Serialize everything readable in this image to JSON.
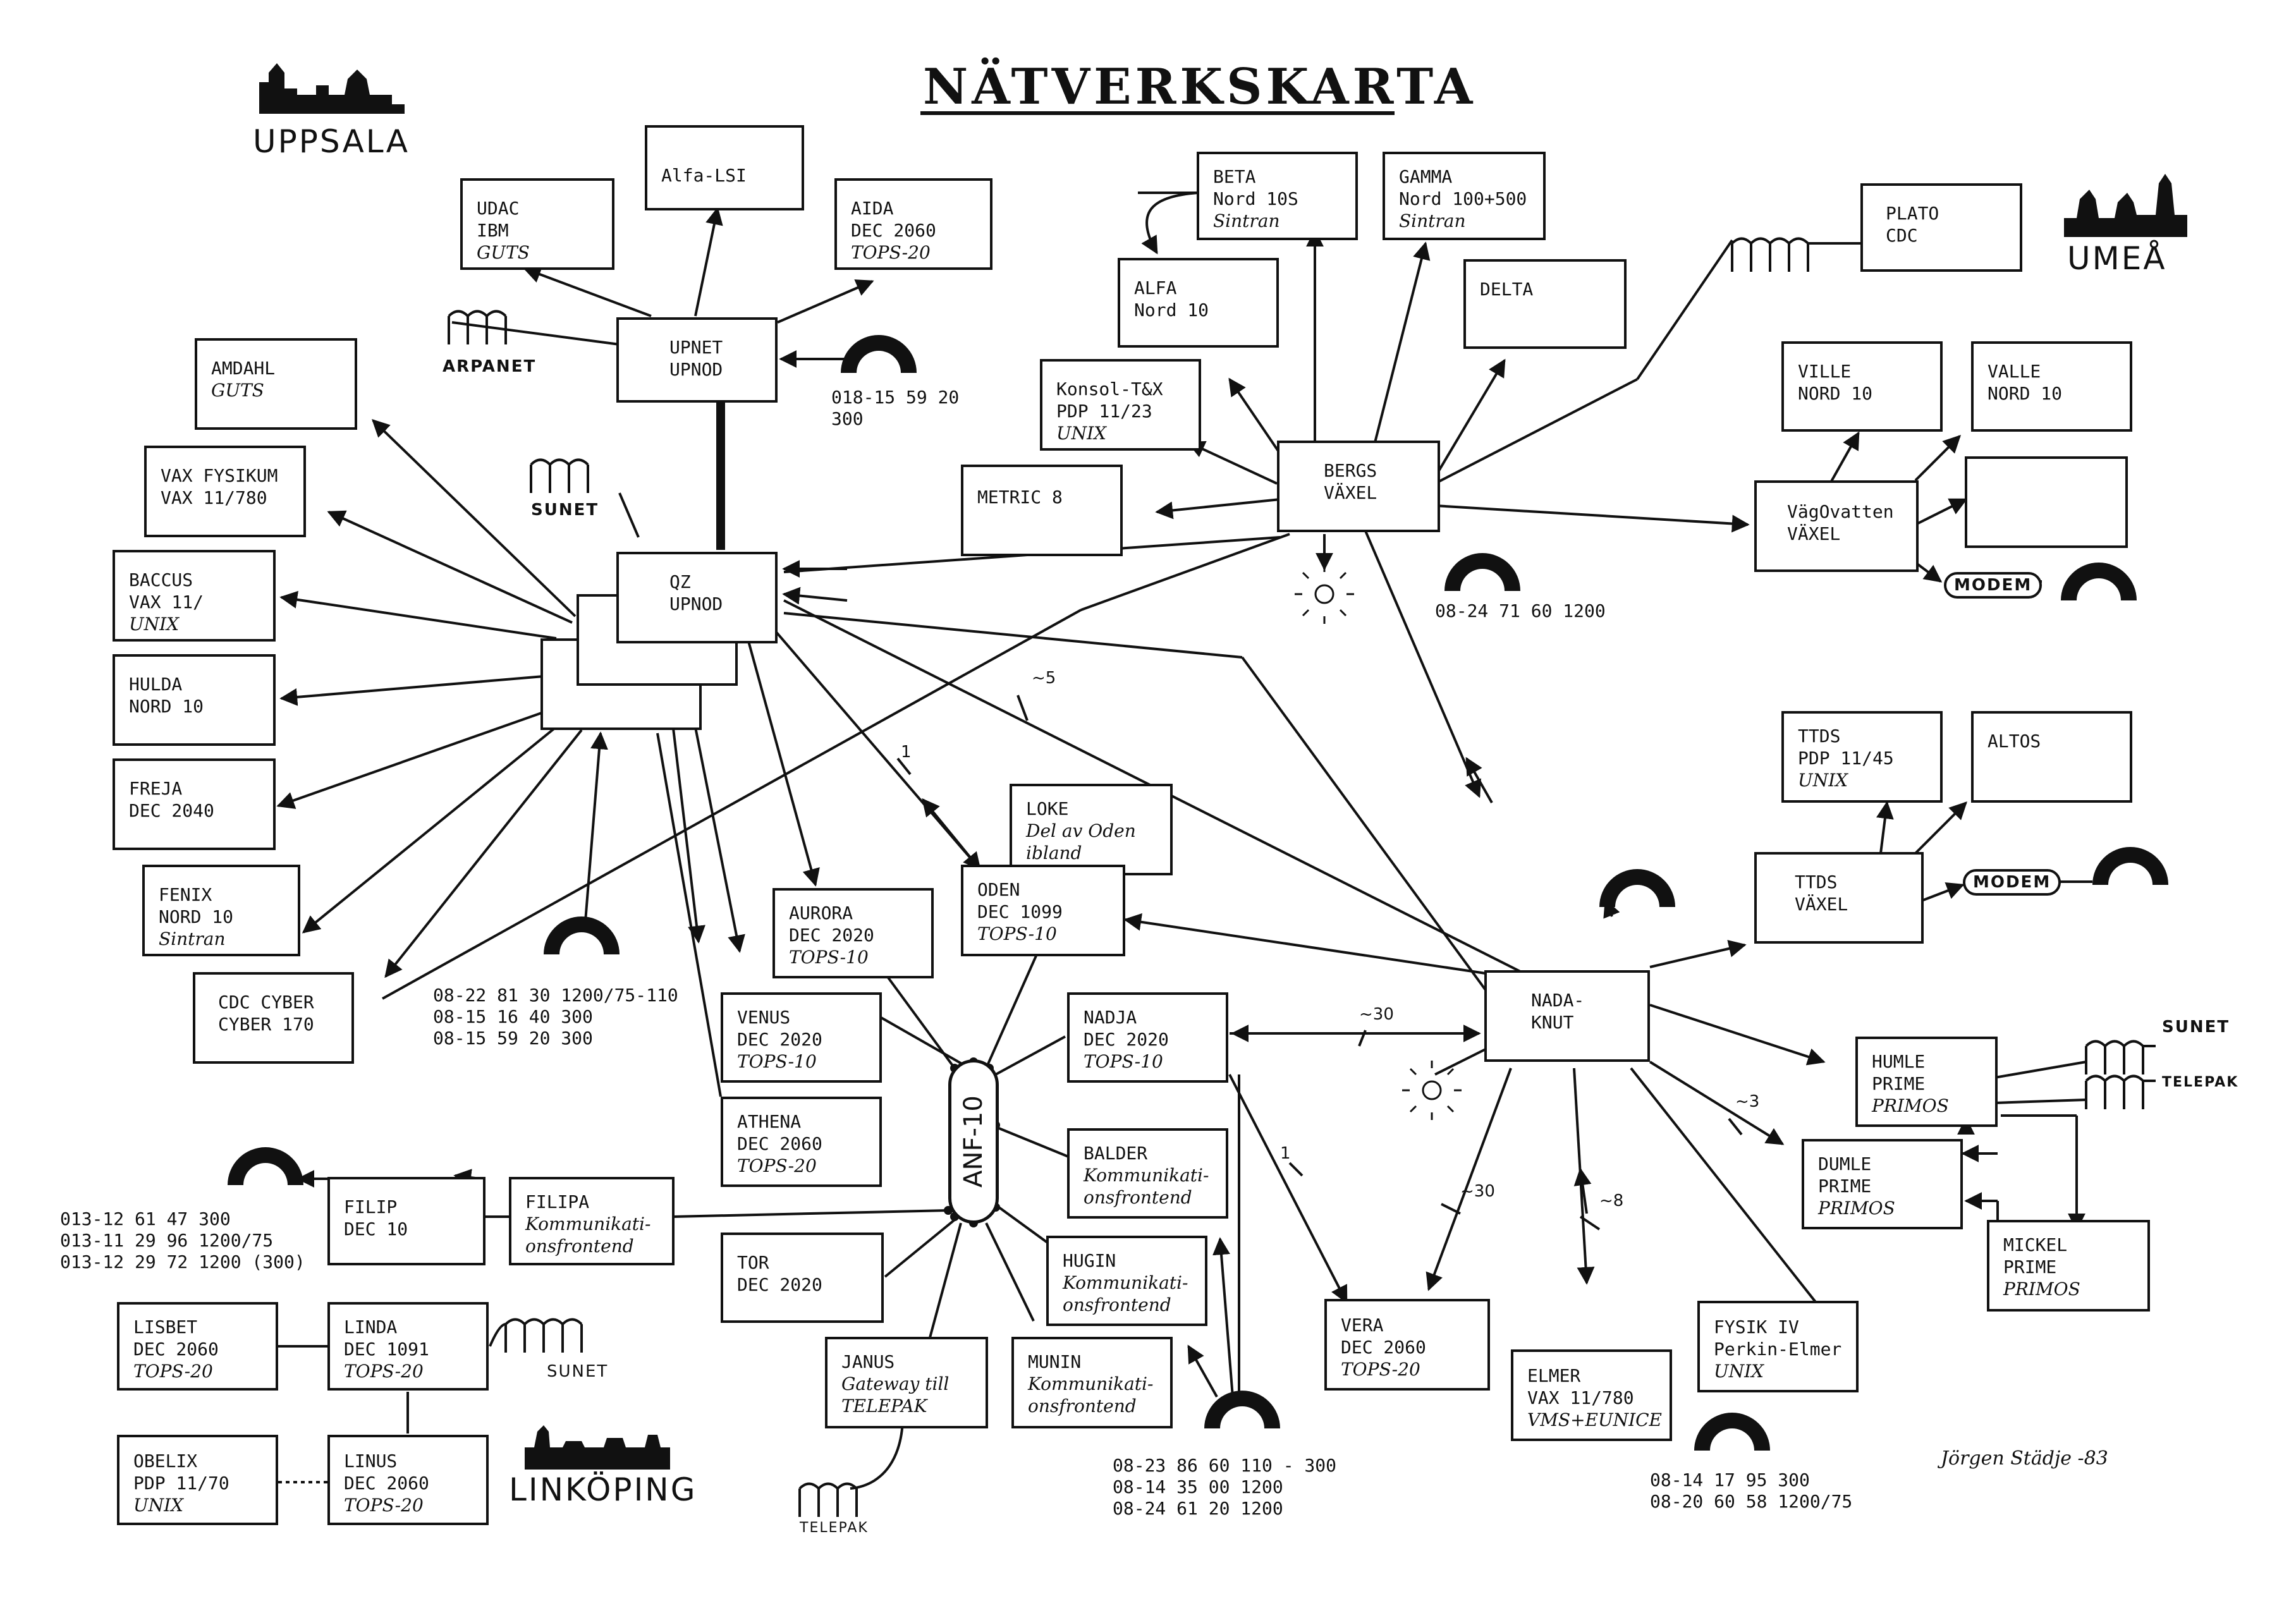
{
  "title": "NÄTVERKSKARTA",
  "cities": {
    "uppsala": "UPPSALA",
    "umea": "UMEÅ",
    "linkoping": "LINKÖPING"
  },
  "nodes": {
    "udac": [
      "UDAC",
      "IBM",
      "GUTS"
    ],
    "alfalsi": [
      "Alfa-LSI"
    ],
    "aida": [
      "AIDA",
      "DEC 2060",
      "TOPS-20"
    ],
    "upnet": [
      "UPNET",
      "UPNOD"
    ],
    "amdahl": [
      "AMDAHL",
      "",
      "GUTS"
    ],
    "vaxfys": [
      "VAX FYSIKUM",
      "VAX 11/780"
    ],
    "baccus": [
      "BACCUS",
      "VAX 11/",
      "UNIX"
    ],
    "hulda": [
      "HULDA",
      "NORD 10"
    ],
    "freja": [
      "FREJA",
      "DEC 2040"
    ],
    "fenix": [
      "FENIX",
      "NORD 10",
      "Sintran"
    ],
    "cdc": [
      "CDC CYBER",
      "CYBER 170"
    ],
    "qz": [
      "QZ",
      "UPNOD"
    ],
    "beta": [
      "BETA",
      "Nord 10S",
      "Sintran"
    ],
    "gamma": [
      "GAMMA",
      "Nord 100+500",
      "Sintran"
    ],
    "alfa": [
      "ALFA",
      "Nord 10"
    ],
    "delta": [
      "DELTA"
    ],
    "konsol": [
      "Konsol-T&X",
      "PDP 11/23",
      "UNIX"
    ],
    "metric": [
      "METRIC 8"
    ],
    "bergs": [
      "BERGS",
      "VÄXEL"
    ],
    "plato": [
      "PLATO",
      "CDC"
    ],
    "ville": [
      "VILLE",
      "NORD 10"
    ],
    "valle": [
      "VALLE",
      "NORD 10"
    ],
    "vagovatten": [
      "VägOvatten",
      "VÄXEL"
    ],
    "loke": [
      "LOKE",
      "Del av Oden",
      "ibland"
    ],
    "oden": [
      "ODEN",
      "DEC 1099",
      "TOPS-10"
    ],
    "aurora": [
      "AURORA",
      "DEC 2020",
      "TOPS-10"
    ],
    "venus": [
      "VENUS",
      "DEC 2020",
      "TOPS-10"
    ],
    "athena": [
      "ATHENA",
      "DEC 2060",
      "TOPS-20"
    ],
    "nadja": [
      "NADJA",
      "DEC 2020",
      "TOPS-10"
    ],
    "balder": [
      "BALDER",
      "Kommunikati-",
      "onsfrontend"
    ],
    "hugin": [
      "HUGIN",
      "Kommunikati-",
      "onsfrontend"
    ],
    "munin": [
      "MUNIN",
      "Kommunikati-",
      "onsfrontend"
    ],
    "janus": [
      "JANUS",
      "Gateway till",
      "TELEPAK"
    ],
    "tor": [
      "TOR",
      "DEC 2020"
    ],
    "filip": [
      "FILIP",
      "DEC 10"
    ],
    "filipa": [
      "FILIPA",
      "Kommunikati-",
      "onsfrontend"
    ],
    "lisbet": [
      "LISBET",
      "DEC 2060",
      "TOPS-20"
    ],
    "linda": [
      "LINDA",
      "DEC 1091",
      "TOPS-20"
    ],
    "obelix": [
      "OBELIX",
      "PDP 11/70",
      "UNIX"
    ],
    "linus": [
      "LINUS",
      "DEC 2060",
      "TOPS-20"
    ],
    "ttdsp": [
      "TTDS",
      "PDP 11/45",
      "UNIX"
    ],
    "altos": [
      "ALTOS"
    ],
    "ttdsv": [
      "TTDS",
      "VÄXEL"
    ],
    "nada": [
      "NADA-",
      "KNUT"
    ],
    "humle": [
      "HUMLE",
      "PRIME",
      "PRIMOS"
    ],
    "dumle": [
      "DUMLE",
      "PRIME",
      "PRIMOS"
    ],
    "mickel": [
      "MICKEL",
      "PRIME",
      "PRIMOS"
    ],
    "vera": [
      "VERA",
      "DEC 2060",
      "TOPS-20"
    ],
    "elmer": [
      "ELMER",
      "VAX 11/780",
      "VMS+EUNICE"
    ],
    "fysik": [
      "FYSIK IV",
      "Perkin-Elmer",
      "UNIX"
    ]
  },
  "phones": {
    "upnet": [
      "018-15 59 20",
      "300"
    ],
    "bergs": [
      "08-24 71 60  1200"
    ],
    "qz": [
      "08-22 81 30 1200/75-110",
      "08-15 16 40 300",
      "08-15 59 20 300"
    ],
    "filip": [
      "013-12 61 47 300",
      "013-11 29 96 1200/75",
      "013-12 29 72 1200  (300)"
    ],
    "munin": [
      "08-23 86 60  110 - 300",
      "08-14 35 00  1200",
      "08-24 61 20  1200"
    ],
    "elmer": [
      "08-14 17 95  300",
      "08-20 60 58  1200/75"
    ]
  },
  "networks": {
    "arpanet": "ARPANET",
    "sunet_uppsala": "SUNET",
    "sunet_linkoping": "SUNET",
    "sunet_humle": "SUNET",
    "telepak_humle": "TELEPAK",
    "telepak_janus": "TELEPAK"
  },
  "edge_labels": {
    "qz_nada": "~5",
    "qz_oden": "1",
    "nadja_nada": "~30",
    "nadja_vera": "1",
    "nada_vera": "~30",
    "nada_elmer": "~8",
    "nada_dumle": "~3"
  },
  "modems": {
    "umea": "MODEM",
    "ttds": "MODEM"
  },
  "anf": "ANF-10",
  "signature": "Jörgen Städje -83",
  "colors": {
    "ink": "#111111",
    "paper": "#ffffff"
  }
}
